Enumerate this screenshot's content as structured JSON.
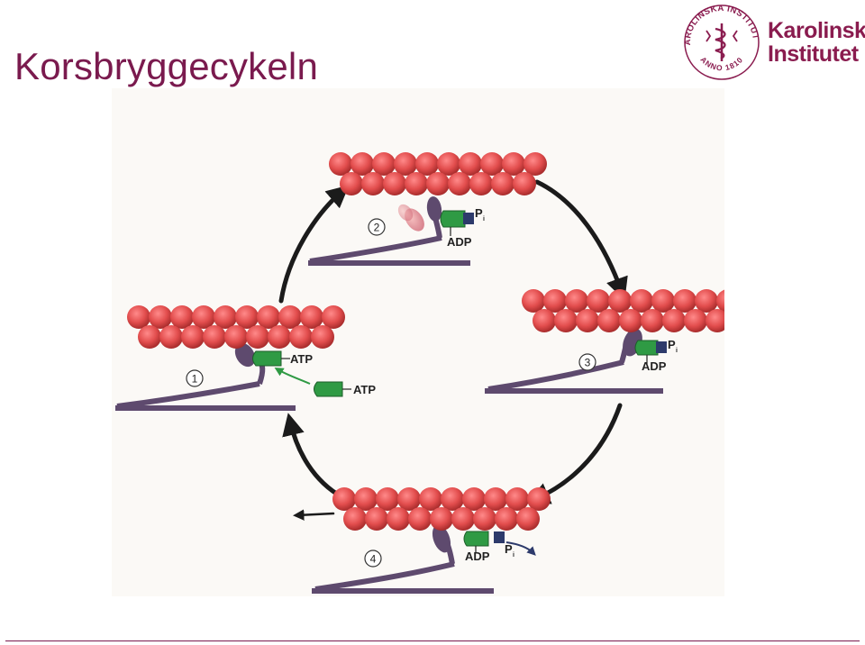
{
  "slide": {
    "title": "Korsbryggecykeln"
  },
  "logo": {
    "seal_text": "KAROLINSKA INSTITUTET",
    "seal_year": "ANNO 1810",
    "name_line1": "Karolinska",
    "name_line2": "Institutet",
    "color": "#8a1c4f"
  },
  "diagram": {
    "steps": [
      {
        "number": "1",
        "labels": [
          "ATP",
          "ATP"
        ]
      },
      {
        "number": "2",
        "labels": [
          "P",
          "i",
          "ADP"
        ]
      },
      {
        "number": "3",
        "labels": [
          "P",
          "i",
          "ADP"
        ]
      },
      {
        "number": "4",
        "labels": [
          "ADP",
          "P",
          "i"
        ]
      }
    ],
    "colors": {
      "actin": "#e24d4d",
      "myosin": "#5e4a6e",
      "atp": "#2f9a44",
      "phosphate": "#2d3a6b",
      "arrow": "#1b1b1b"
    }
  }
}
